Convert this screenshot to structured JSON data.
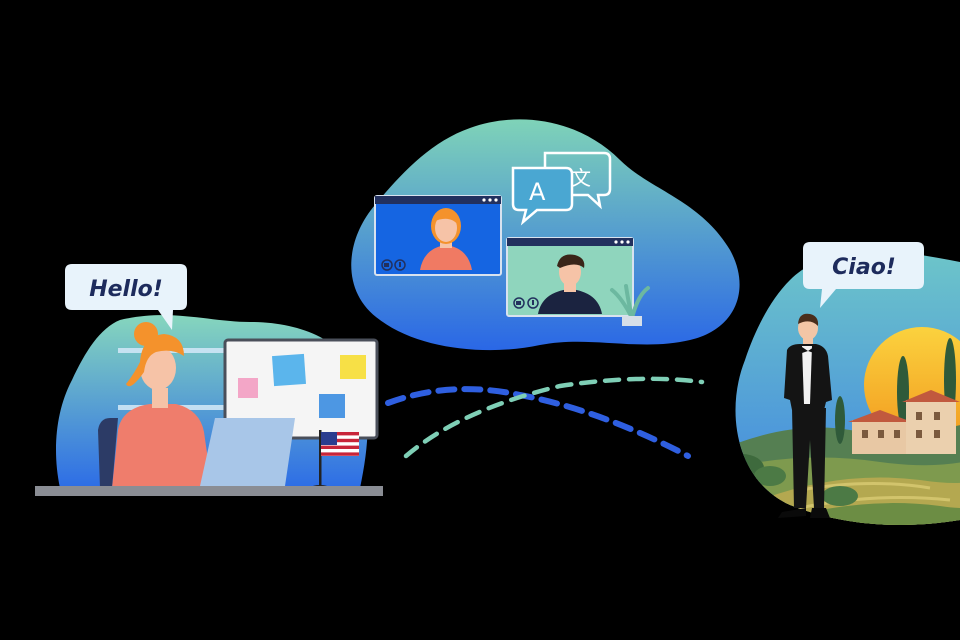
{
  "left_speech": {
    "text": "Hello!"
  },
  "right_speech": {
    "text": "Ciao!"
  },
  "translate_glyphs": {
    "latin": "A",
    "other": "文"
  },
  "colors": {
    "background": "#000000",
    "blob_top": "#7fd3b8",
    "blob_bottom": "#2a67e6",
    "speech_fill": "#e8f3fb",
    "speech_text": "#1d2b5c",
    "dashed_blue": "#2f5fe0",
    "dashed_teal": "#7fcfb6",
    "sun": "#f7c531"
  },
  "icons": [
    "translate-icon",
    "us-flag-icon",
    "camera-icon",
    "mic-icon"
  ]
}
